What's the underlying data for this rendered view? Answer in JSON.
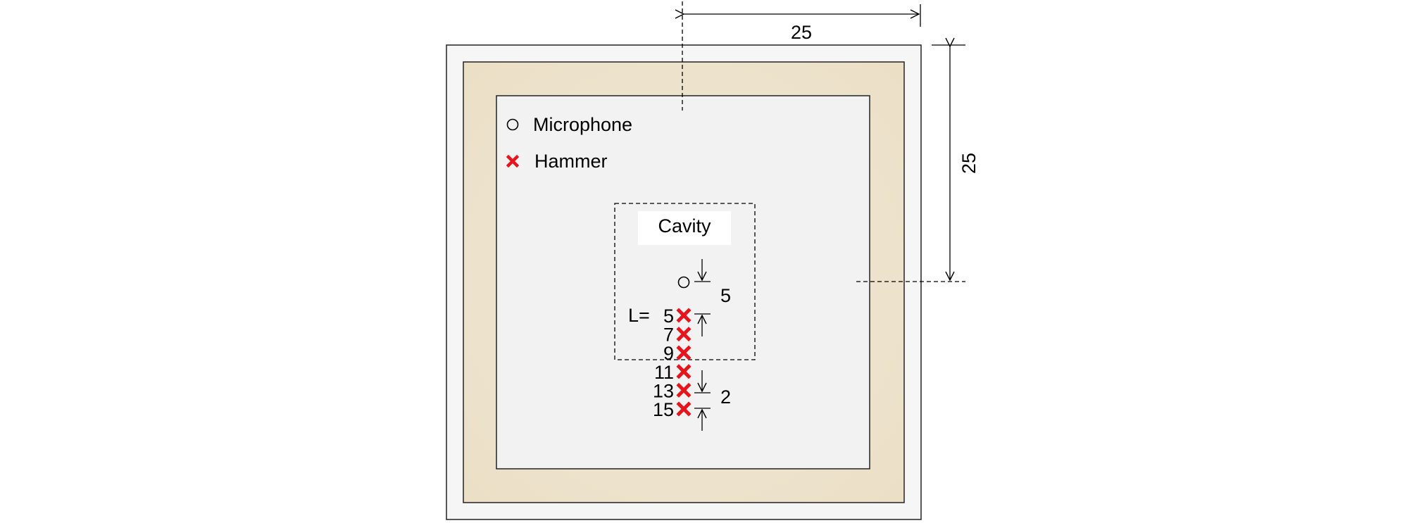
{
  "legend": {
    "microphone_label": "Microphone",
    "hammer_label": "Hammer",
    "microphone_icon": "circle-icon",
    "hammer_icon": "red-cross-icon"
  },
  "cavity": {
    "label": "Cavity"
  },
  "dimensions": {
    "top_width": "25",
    "right_height": "25",
    "mic_spacing": "5",
    "hammer_spacing": "2"
  },
  "hammer_positions": {
    "prefix": "L=",
    "values": [
      "5",
      "7",
      "9",
      "11",
      "13",
      "15"
    ]
  },
  "colors": {
    "hammer": "#e8141c",
    "inner_panel": "#f2f2f2",
    "board": "#efe6d2",
    "outer_frame": "#f7f7f7"
  }
}
